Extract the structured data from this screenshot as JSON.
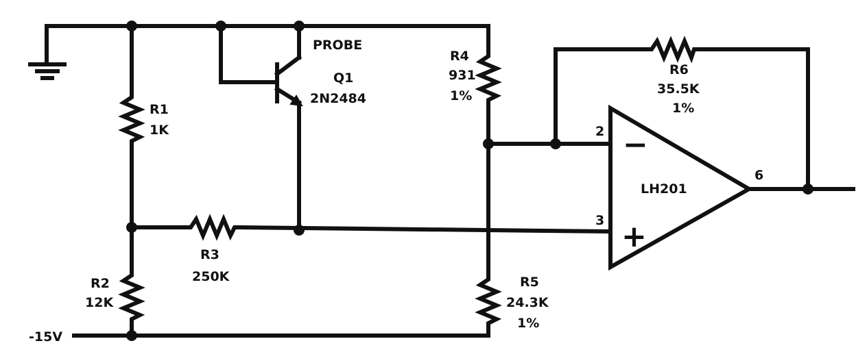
{
  "labels": {
    "probe": "PROBE",
    "q1_name": "Q1",
    "q1_part": "2N2484",
    "r1_name": "R1",
    "r1_value": "1K",
    "r2_name": "R2",
    "r2_value": "12K",
    "r3_name": "R3",
    "r3_value": "250K",
    "r4_name": "R4",
    "r4_value": "931",
    "r4_tol": "1%",
    "r5_name": "R5",
    "r5_value": "24.3K",
    "r5_tol": "1%",
    "r6_name": "R6",
    "r6_value": "35.5K",
    "r6_tol": "1%",
    "opamp_name": "LH201",
    "pin_inv": "2",
    "pin_noninv": "3",
    "pin_out": "6",
    "minus_sign": "−",
    "plus_sign": "+",
    "supply": "-15V"
  }
}
